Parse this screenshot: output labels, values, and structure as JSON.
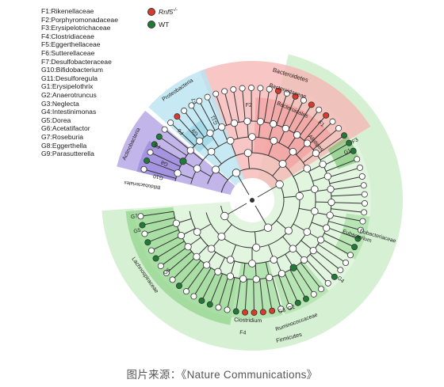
{
  "legend_items": [
    "F1:Rikenellaceae",
    "F2:Porphyromonadaceae",
    "F3:Erysipelotrichaceae",
    "F4:Clostridiaceae",
    "F5:Eggerthellaceae",
    "F6:Sutterellaceae",
    "F7:Desulfobacteraceae",
    "G10:Bifidobacterium",
    "G11:Desulforegula",
    "G1:Erysipelothrix",
    "G2:Anaerotruncus",
    "G3:Neglecta",
    "G4:Intestinimonas",
    "G5:Dorea",
    "G6:Acetatifactor",
    "G7:Roseburia",
    "G8:Eggerthella",
    "G9:Parasutterella"
  ],
  "groups": [
    {
      "label": "Rnf5",
      "superscript": "-/-",
      "color": "#d93a2b"
    },
    {
      "label": "WT",
      "color": "#1f7a35"
    }
  ],
  "sectors": [
    {
      "name": "Bacteroidetes",
      "sublabels": [
        "F2",
        "Bacteroidaceae",
        "Bacteroidales",
        "F1",
        "Alistipes"
      ],
      "color": "#f7b3b3"
    },
    {
      "name": "Proteobacteria",
      "sublabels": [
        "F6",
        "F7",
        "G9",
        "G11"
      ],
      "color": "#b9e4f0"
    },
    {
      "name": "Actinobacteria",
      "sublabels": [
        "F5",
        "G8",
        "G10",
        "Bifidobacteriales"
      ],
      "color": "#b7a8e6"
    },
    {
      "name": "Firmicutes",
      "sublabels": [
        "Lachnospiraceae",
        "G7",
        "G5",
        "G6",
        "Clostridium",
        "F4",
        "Ruminococcaceae",
        "G3",
        "G2",
        "G4",
        "Eubacterium",
        "Eubacteriaceae",
        "G1",
        "F3"
      ],
      "color": "#c8ecc4"
    }
  ],
  "caption": "图片来源：《Nature Communications》",
  "colors": {
    "node_default": "#ffffff",
    "node_rnf5": "#d93a2b",
    "node_wt": "#1f7a35",
    "branch": "#333333"
  }
}
